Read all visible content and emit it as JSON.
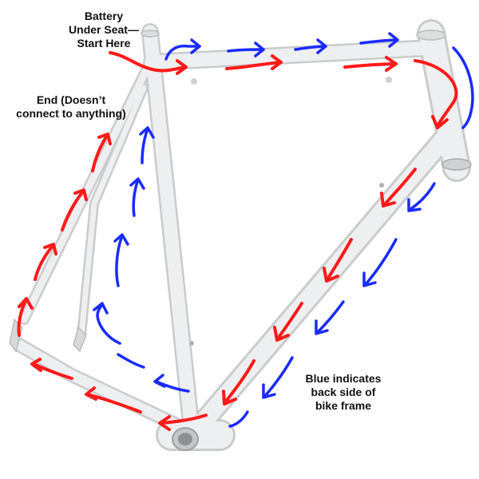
{
  "labels": {
    "start": [
      "Battery",
      "Under Seat—",
      "Start Here"
    ],
    "end": [
      "End (Doesn’t",
      "connect to anything)"
    ],
    "blue_note": [
      "Blue indicates",
      "back side of",
      "bike frame"
    ]
  },
  "colors": {
    "front_path": "#ff1a1a",
    "back_path": "#1a2bff",
    "frame": "#e9eaeb"
  }
}
